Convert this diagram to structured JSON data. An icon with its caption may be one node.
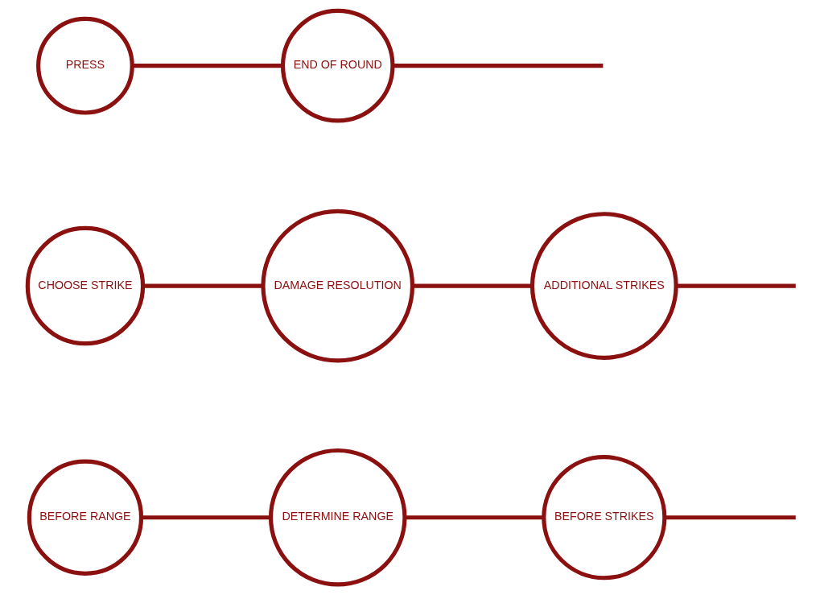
{
  "diagram": {
    "nodes": [
      {
        "text": [
          "BEFORE RANGE"
        ]
      },
      {
        "text": [
          "DETERMINE RANGE"
        ]
      },
      {
        "text": [
          "BEFORE STRIKES"
        ]
      },
      {
        "text": [
          "CHOOSE STRIKE"
        ]
      },
      {
        "text": [
          "DAMAGE RESOLUTION"
        ]
      },
      {
        "text": [
          "ADDITIONAL STRIKES"
        ]
      },
      {
        "text": [
          "PRESS"
        ]
      },
      {
        "text": [
          "END OF ROUND"
        ]
      }
    ],
    "edges": [
      {
        "from": 0,
        "to": 1,
        "arrow": "none"
      },
      {
        "from": 1,
        "to": 2,
        "arrow": "none"
      },
      {
        "from": 2,
        "to": null,
        "arrow": "none"
      },
      {
        "from": 3,
        "to": 4,
        "arrow": "none"
      },
      {
        "from": 4,
        "to": 5,
        "arrow": "none"
      },
      {
        "from": 5,
        "to": null,
        "arrow": "none"
      },
      {
        "from": 6,
        "to": 7,
        "arrow": "none"
      },
      {
        "from": 7,
        "to": null,
        "arrow": "none"
      }
    ]
  }
}
